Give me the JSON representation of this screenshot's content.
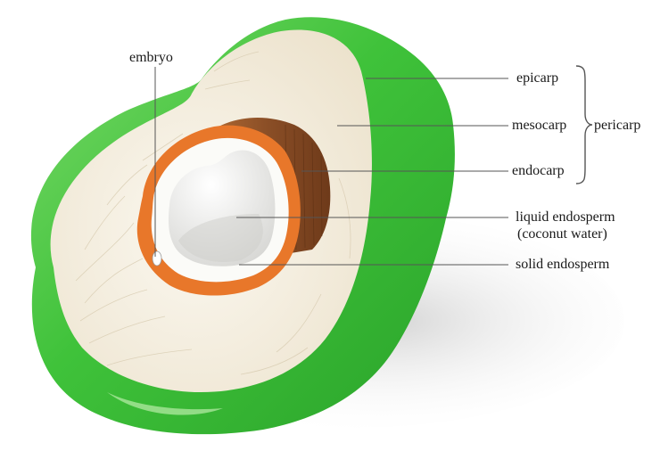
{
  "labels": {
    "embryo": "embryo",
    "epicarp": "epicarp",
    "mesocarp": "mesocarp",
    "endocarp": "endocarp",
    "pericarp": "pericarp",
    "liquid_endosperm": "liquid endosperm",
    "coconut_water": "(coconut water)",
    "solid_endosperm": "solid endosperm"
  },
  "colors": {
    "husk_green": "#3fc23a",
    "husk_green_light": "#8fe07e",
    "mesocarp_fiber": "#f3ecdd",
    "endocarp_orange": "#e8772a",
    "shell_brown": "#8a4e26",
    "endosperm_white": "#fbfbf8",
    "cavity_gray": "#e2e2e0",
    "leader_line": "#555555"
  }
}
